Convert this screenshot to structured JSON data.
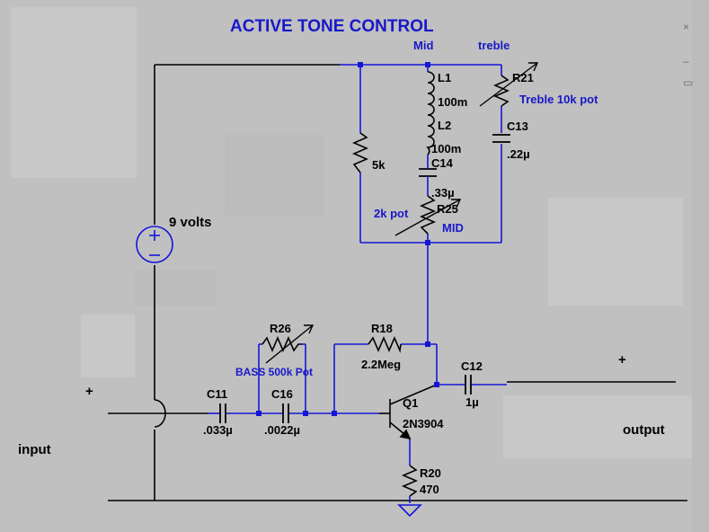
{
  "title": "ACTIVE TONE CONTROL",
  "window_controls": [
    "×",
    "–",
    "▭"
  ],
  "labels": {
    "mid": "Mid",
    "treble": "treble",
    "treble_pot": "Treble 10k pot",
    "mid_label": "MID",
    "pot_2k": "2k pot",
    "bass_pot": "BASS 500k Pot",
    "supply": "9 volts",
    "input": "input",
    "output": "output",
    "plus_input": "+",
    "plus_output": "+"
  },
  "components": {
    "L1": {
      "ref": "L1",
      "value": "100m"
    },
    "L2": {
      "ref": "L2",
      "value": "100m"
    },
    "C14": {
      "ref": "C14",
      "value": ".33µ"
    },
    "R25": {
      "ref": "R25"
    },
    "R21": {
      "ref": "R21"
    },
    "C13": {
      "ref": "C13",
      "value": ".22µ"
    },
    "R_mid": {
      "value": "5k"
    },
    "R26": {
      "ref": "R26"
    },
    "R18": {
      "ref": "R18",
      "value": "2.2Meg"
    },
    "C11": {
      "ref": "C11",
      "value": ".033µ"
    },
    "C16": {
      "ref": "C16",
      "value": ".0022µ"
    },
    "C12": {
      "ref": "C12",
      "value": "1µ"
    },
    "Q1": {
      "ref": "Q1",
      "value": "2N3904"
    },
    "R20": {
      "ref": "R20",
      "value": "470"
    }
  },
  "colors": {
    "wire": "#000000",
    "net": "#1515d8",
    "junction": "#1515d8",
    "label_blue": "#1818c8",
    "background": "#c0c0c0"
  }
}
